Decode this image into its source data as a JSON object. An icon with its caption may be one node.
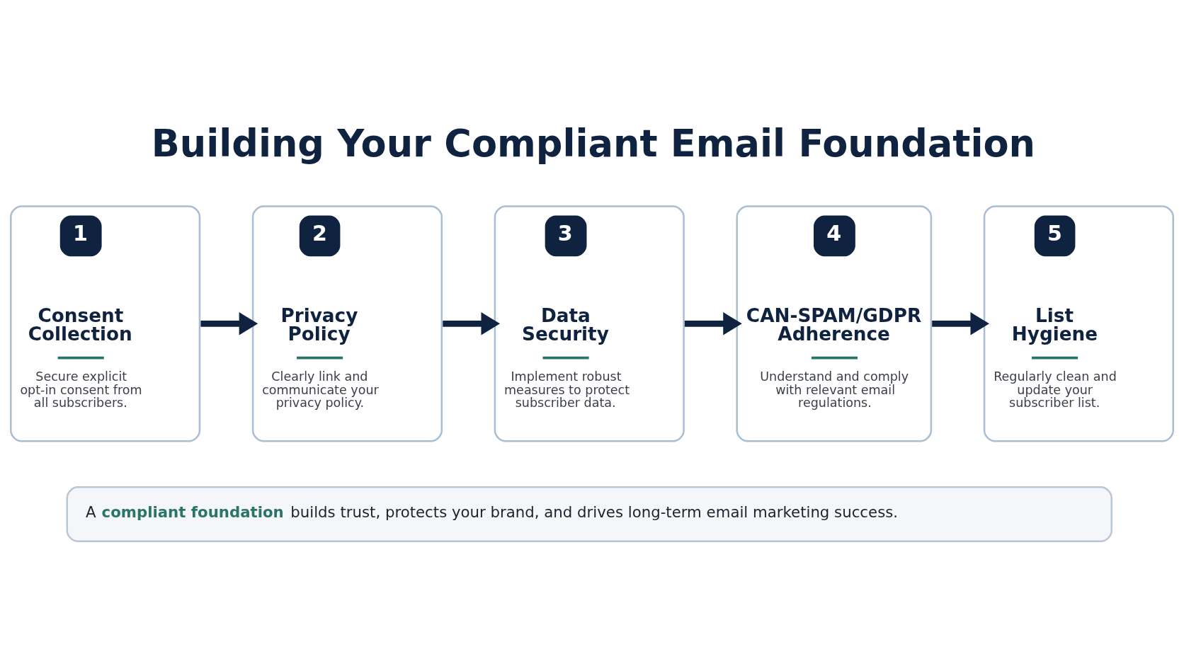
{
  "diagram": {
    "title": "Building Your Compliant Email Foundation",
    "nodes": [
      {
        "text": [
          "1",
          "Consent Collection",
          "Secure explicit opt-in consent from all subscribers."
        ]
      },
      {
        "text": [
          "2",
          "Privacy Policy",
          "Clearly link and communicate your privacy policy."
        ]
      },
      {
        "text": [
          "3",
          "Data Security",
          "Implement robust measures to protect subscriber data."
        ]
      },
      {
        "text": [
          "4",
          "CAN-SPAM/GDPR Adherence",
          "Understand and comply with relevant email regulations."
        ]
      },
      {
        "text": [
          "5",
          "List Hygiene",
          "Regularly clean and update your subscriber list."
        ]
      },
      {
        "text": [
          "A **compliant foundation** builds trust, protects your brand, and drives long-term email marketing success."
        ]
      }
    ],
    "edges": [
      {
        "from": 0,
        "to": 1,
        "arrow": "to"
      },
      {
        "from": 1,
        "to": 2,
        "arrow": "to"
      },
      {
        "from": 2,
        "to": 3,
        "arrow": "to"
      },
      {
        "from": 3,
        "to": 4,
        "arrow": "to"
      }
    ]
  }
}
